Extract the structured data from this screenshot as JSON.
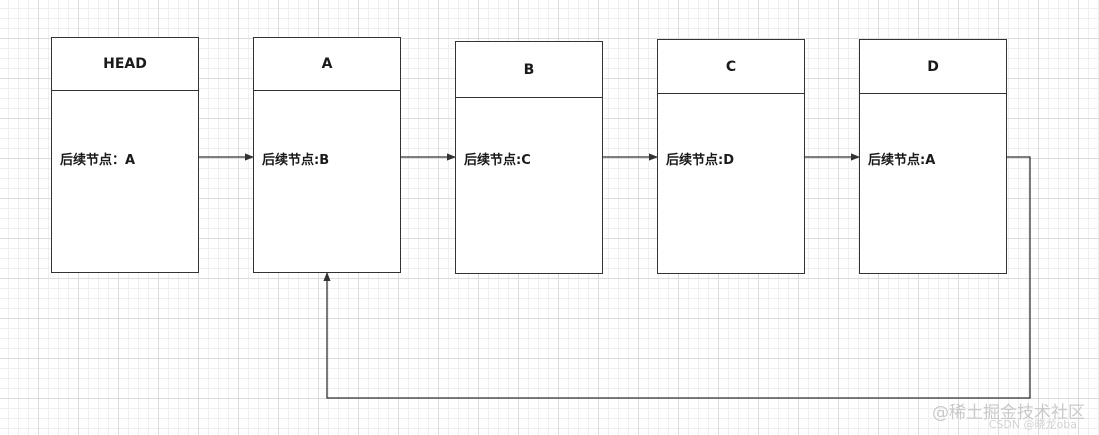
{
  "diagram": {
    "nodes": [
      {
        "id": "head",
        "header": "HEAD",
        "body": "后续节点：A"
      },
      {
        "id": "a",
        "header": "A",
        "body": "后续节点:B"
      },
      {
        "id": "b",
        "header": "B",
        "body": "后续节点:C"
      },
      {
        "id": "c",
        "header": "C",
        "body": "后续节点:D"
      },
      {
        "id": "d",
        "header": "D",
        "body": "后续节点:A"
      }
    ],
    "edges": [
      {
        "from": "head",
        "to": "a"
      },
      {
        "from": "a",
        "to": "b"
      },
      {
        "from": "b",
        "to": "c"
      },
      {
        "from": "c",
        "to": "d"
      },
      {
        "from": "d",
        "to": "a"
      }
    ]
  },
  "watermark": {
    "site": "@稀土掘金技术社区",
    "author": "CSDN @晓龙oba"
  },
  "colors": {
    "line": "#333333",
    "grid": "#dcdcdc",
    "watermark": "#c9c9c9"
  }
}
